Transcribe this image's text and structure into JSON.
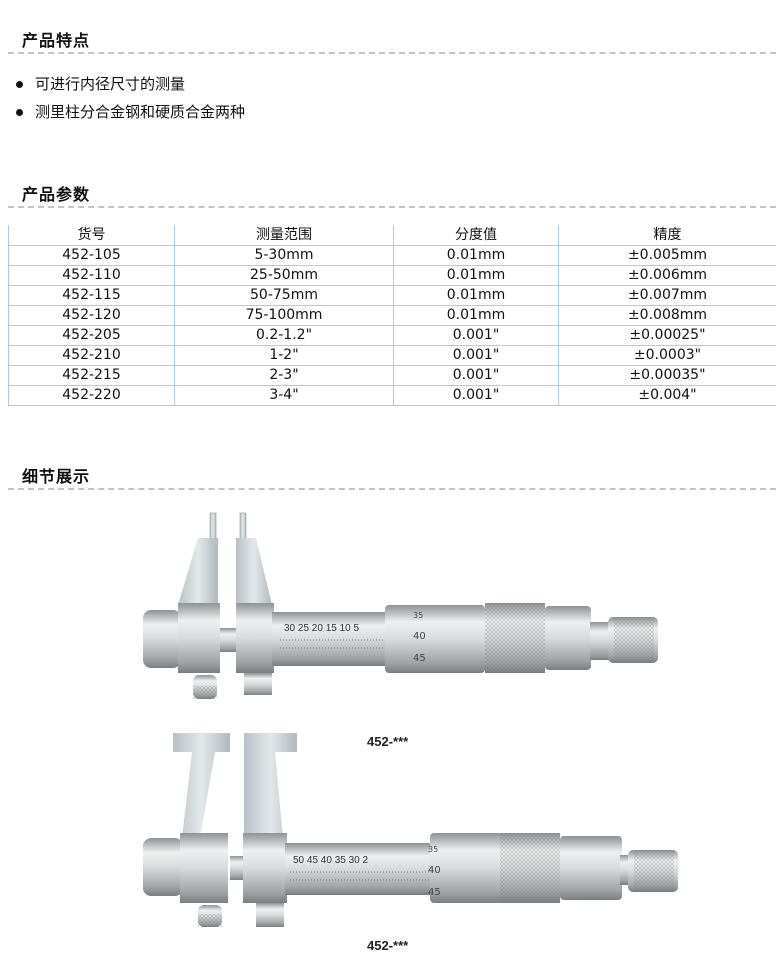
{
  "sections": {
    "features_title": "产品特点",
    "params_title": "产品参数",
    "details_title": "细节展示"
  },
  "features": [
    "可进行内径尺寸的测量",
    "测里柱分合金钢和硬质合金两种"
  ],
  "table": {
    "headers": [
      "货号",
      "测量范围",
      "分度值",
      "精度"
    ],
    "rows": [
      [
        "452-105",
        "5-30mm",
        "0.01mm",
        "±0.005mm"
      ],
      [
        "452-110",
        "25-50mm",
        "0.01mm",
        "±0.006mm"
      ],
      [
        "452-115",
        "50-75mm",
        "0.01mm",
        "±0.007mm"
      ],
      [
        "452-120",
        "75-100mm",
        "0.01mm",
        "±0.008mm"
      ],
      [
        "452-205",
        "0.2-1.2\"",
        "0.001\"",
        "±0.00025\""
      ],
      [
        "452-210",
        "1-2\"",
        "0.001\"",
        "±0.0003\""
      ],
      [
        "452-215",
        "2-3\"",
        "0.001\"",
        "±0.00035\""
      ],
      [
        "452-220",
        "3-4\"",
        "0.001\"",
        "±0.004\""
      ]
    ]
  },
  "images": [
    {
      "caption": "452-***",
      "sleeve_scale": "30 25 20 15 10 5",
      "thimble_marks": [
        "35",
        "40",
        "45"
      ]
    },
    {
      "caption": "452-***",
      "sleeve_scale": "50 45 40 35 30 2",
      "thimble_marks": [
        "35",
        "40",
        "45"
      ]
    }
  ]
}
